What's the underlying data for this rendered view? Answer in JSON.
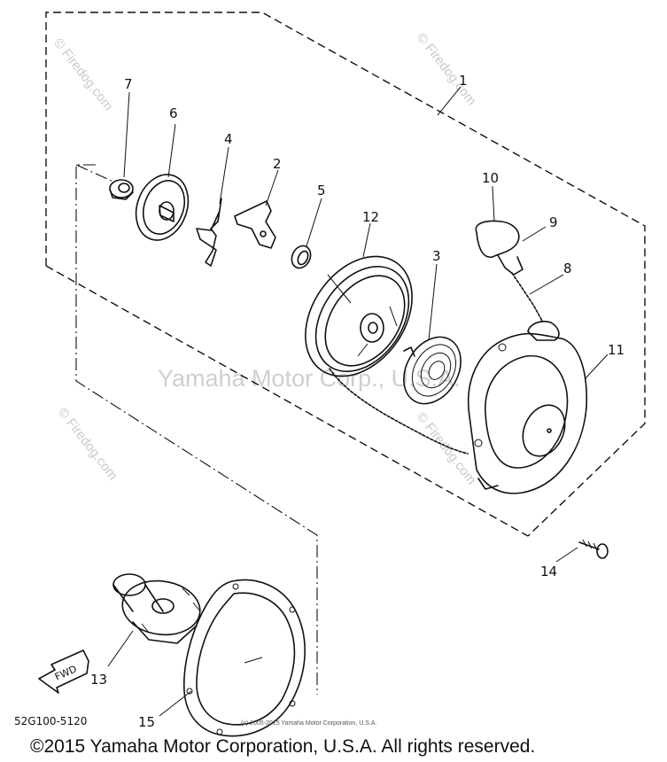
{
  "diagram": {
    "callouts": [
      "1",
      "2",
      "3",
      "4",
      "5",
      "6",
      "7",
      "8",
      "9",
      "10",
      "11",
      "12",
      "13",
      "14",
      "15"
    ],
    "drawing_code": "52G100-5120",
    "label_fwd": "FWD"
  },
  "watermarks": {
    "firedog": "© Firedog.com",
    "center": "Yamaha Motor Corp., U.S.A.",
    "small_copyright": "(c) 2005-2015 Yamaha Motor Corporation, U.S.A."
  },
  "footer": {
    "copyright": "©2015 Yamaha Motor Corporation, U.S.A. All rights reserved."
  }
}
